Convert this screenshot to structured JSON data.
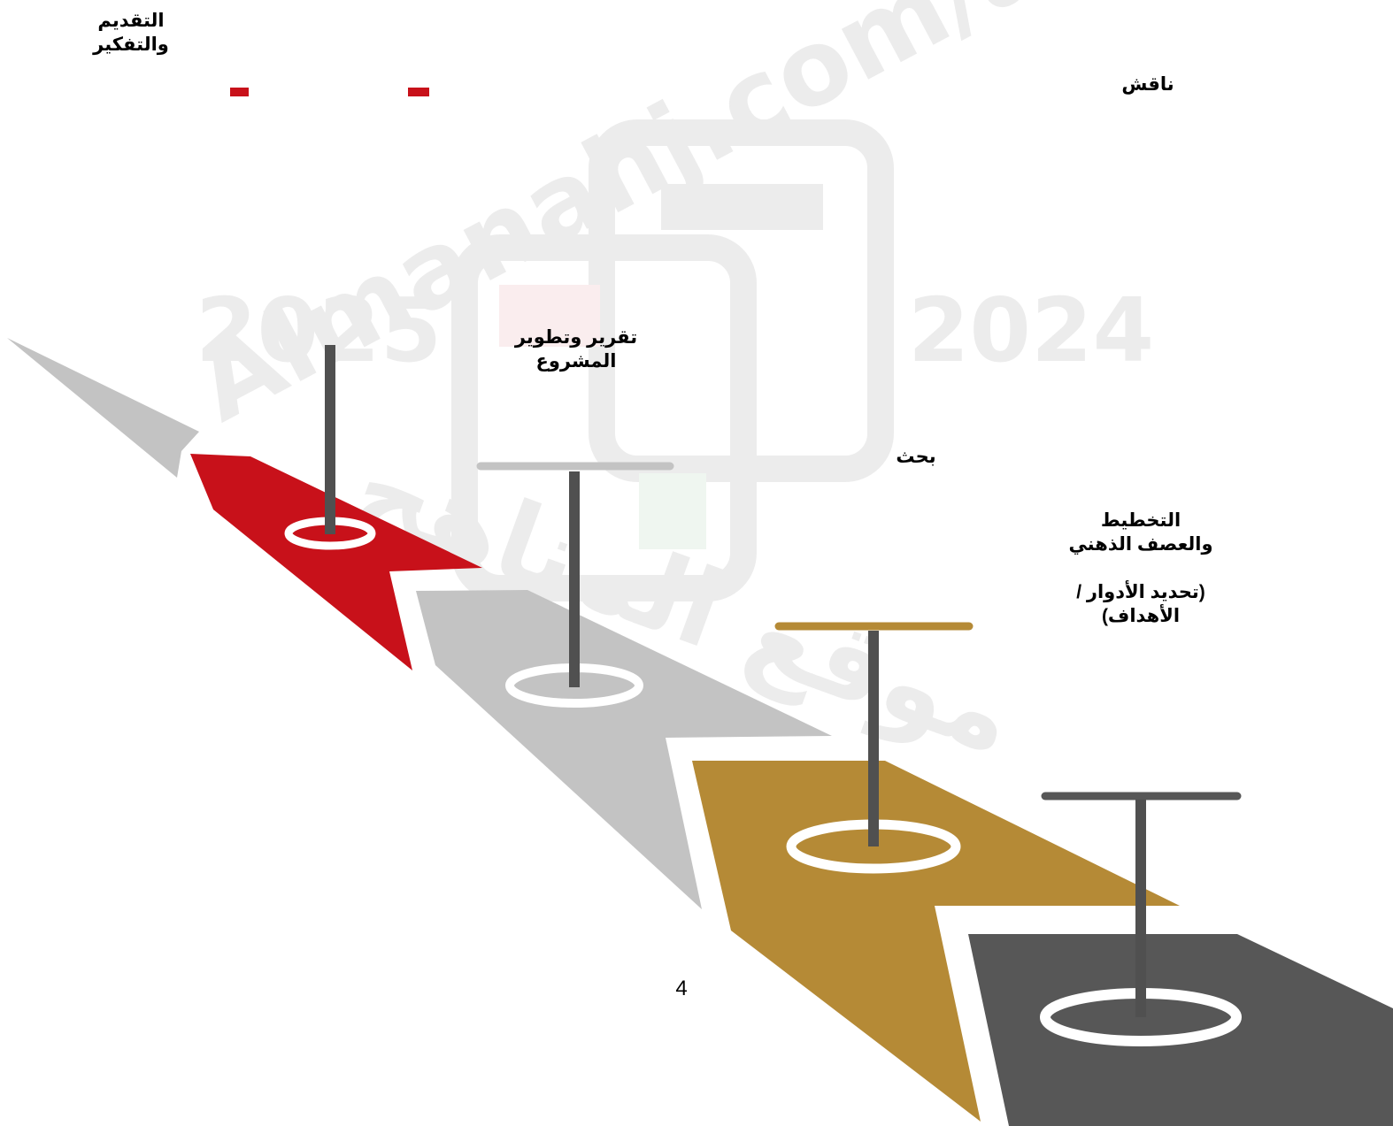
{
  "colors": {
    "red": "#c8111a",
    "light_gray": "#c3c3c3",
    "gold": "#b58a36",
    "dark_gray": "#575757",
    "pole": "#505050"
  },
  "steps": [
    {
      "id": "planning",
      "color": "dark_gray",
      "lines": [
        "التخطيط",
        "والعصف الذهني",
        "",
        "(تحديد الأدوار /",
        "الأهداف)"
      ]
    },
    {
      "id": "research",
      "color": "gold",
      "lines": [
        "بحث"
      ]
    },
    {
      "id": "report",
      "color": "light_gray",
      "lines": [
        "تقرير وتطوير",
        "المشروع"
      ]
    },
    {
      "id": "presentation",
      "color": "red",
      "lines": [
        "التقديم",
        "والتفكير"
      ]
    }
  ],
  "discuss_label": "ناقش",
  "page_number": "4",
  "watermark": {
    "site": "Almanahj.com/ae",
    "year_left": "2025",
    "year_right": "2024",
    "arabic": "موقع المناهج"
  }
}
